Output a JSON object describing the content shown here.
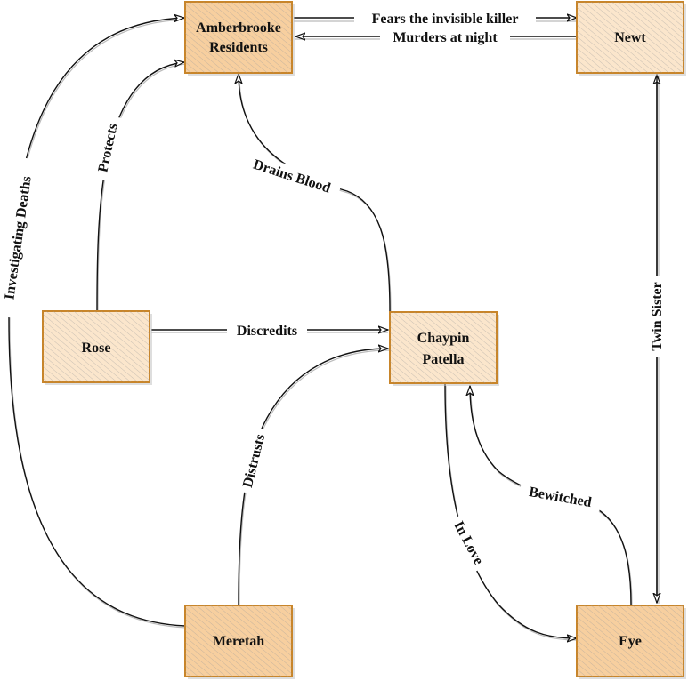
{
  "colors": {
    "node_border": "#c8852a",
    "node_fill_strong": "#f7cf9f",
    "node_fill_light": "#fbe6cc",
    "hatch": "#9a9a9a",
    "edge": "#111111"
  },
  "nodes": {
    "amberbrooke": {
      "lines": [
        "Amberbrooke",
        "Residents"
      ],
      "style": "strong"
    },
    "newt": {
      "lines": [
        "Newt"
      ],
      "style": "light"
    },
    "rose": {
      "lines": [
        "Rose"
      ],
      "style": "light"
    },
    "chaypin": {
      "lines": [
        "Chaypin",
        "Patella"
      ],
      "style": "light"
    },
    "meretah": {
      "lines": [
        "Meretah"
      ],
      "style": "strong"
    },
    "eye": {
      "lines": [
        "Eye"
      ],
      "style": "strong"
    }
  },
  "edges": {
    "fears": {
      "from": "Amberbrooke Residents",
      "to": "Newt",
      "label": "Fears the invisible killer"
    },
    "murders": {
      "from": "Newt",
      "to": "Amberbrooke Residents",
      "label": "Murders at night"
    },
    "investigating": {
      "from": "Meretah",
      "to": "Amberbrooke Residents",
      "label": "Investigating Deaths"
    },
    "protects": {
      "from": "Rose",
      "to": "Amberbrooke Residents",
      "label": "Protects"
    },
    "drains": {
      "from": "Chaypin Patella",
      "to": "Amberbrooke Residents",
      "label": "Drains Blood"
    },
    "discredits": {
      "from": "Rose",
      "to": "Chaypin Patella",
      "label": "Discredits"
    },
    "distrusts": {
      "from": "Meretah",
      "to": "Chaypin Patella",
      "label": "Distrusts"
    },
    "twin": {
      "from": "Newt",
      "to": "Eye",
      "label": "Twin Sister"
    },
    "inlove": {
      "from": "Chaypin Patella",
      "to": "Eye",
      "label": "In Love"
    },
    "bewitched": {
      "from": "Eye",
      "to": "Chaypin Patella",
      "label": "Bewitched"
    }
  }
}
